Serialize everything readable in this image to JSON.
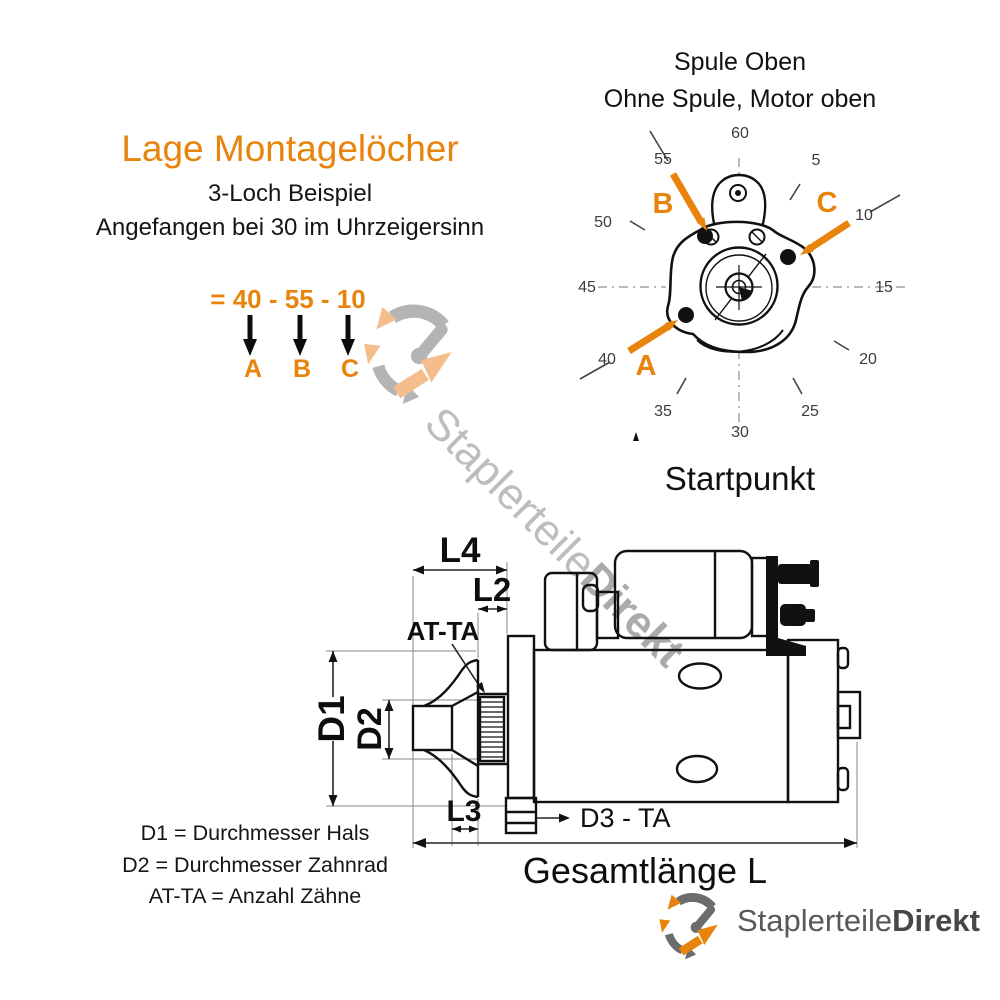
{
  "intro": {
    "title": "Lage Montagelöcher",
    "line1": "3-Loch Beispiel",
    "line2": "Angefangen bei 30 im Uhrzeigersinn",
    "formula": "= 40 - 55 - 10",
    "col_a": "A",
    "col_b": "B",
    "col_c": "C"
  },
  "clock": {
    "heading_line1": "Spule Oben",
    "heading_line2": "Ohne Spule, Motor oben",
    "caption": "Startpunkt",
    "numbers": [
      "60",
      "5",
      "10",
      "15",
      "20",
      "25",
      "30",
      "35",
      "40",
      "45",
      "50",
      "55"
    ],
    "holes": {
      "a": "A",
      "b": "B",
      "c": "C"
    }
  },
  "side_view": {
    "dim_l4": "L4",
    "dim_l2": "L2",
    "dim_at_ta": "AT-TA",
    "dim_d1": "D1",
    "dim_d2": "D2",
    "dim_l3": "L3",
    "dim_d3": "D3 - TA",
    "total": "Gesamtlänge L"
  },
  "legend": {
    "line1": "D1 = Durchmesser Hals",
    "line2": "D2 = Durchmesser Zahnrad",
    "line3": "AT-TA = Anzahl Zähne"
  },
  "watermark": {
    "regular": "Staplerteile",
    "bold": "Direkt"
  },
  "brand": {
    "regular": "Staplerteile",
    "bold": "Direkt"
  },
  "colors": {
    "orange": "#E8830C",
    "line": "#111111",
    "watermark_gray": "#bdbdbd",
    "logo_gray": "#58595B"
  }
}
